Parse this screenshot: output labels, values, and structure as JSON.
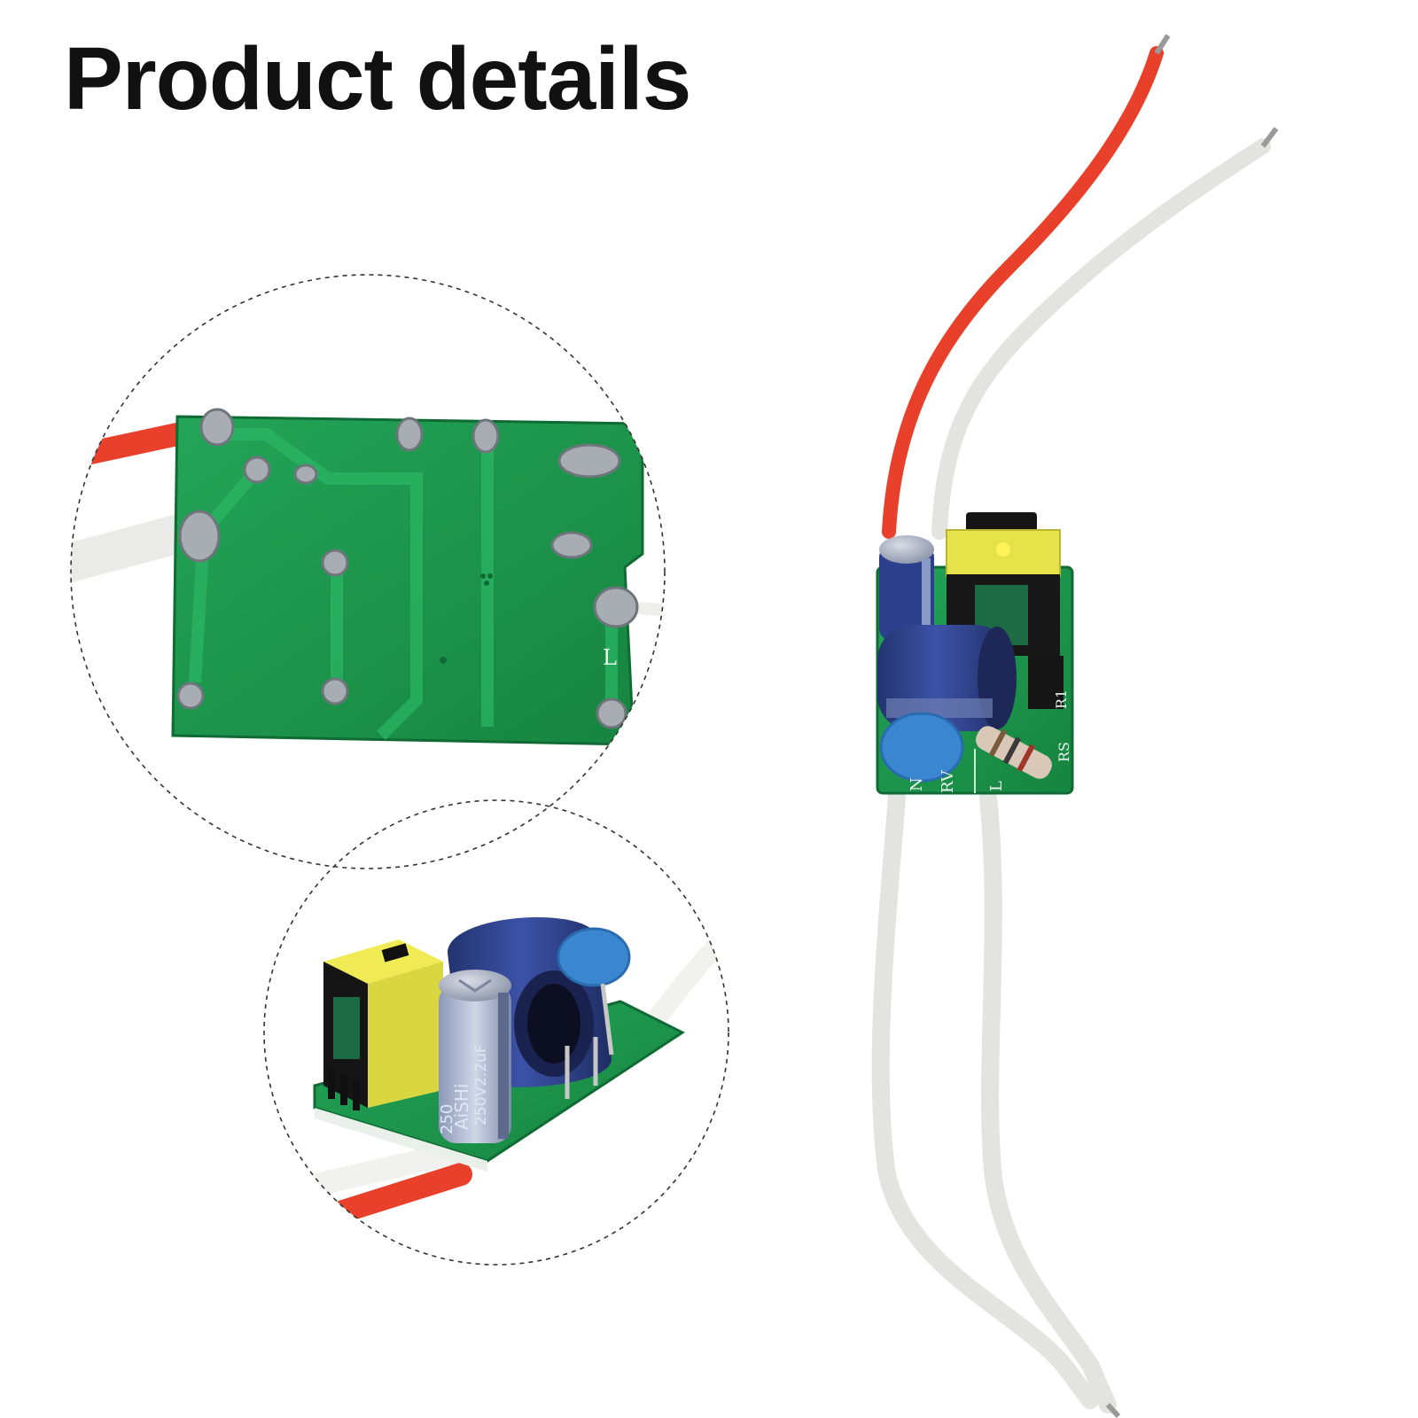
{
  "heading": "Product details",
  "colors": {
    "pcb_green": "#1f9d4e",
    "wire_red": "#e8402a",
    "wire_white": "#f2f2f0",
    "capacitor_blue": "#2c3f8c",
    "transformer_yellow": "#e6e24a",
    "varistor_blue": "#3a86d0"
  },
  "markings": {
    "label_n": "N",
    "label_rv": "RV",
    "label_l": "L",
    "label_r1": "R1",
    "label_rs": "RS",
    "cap_brand": "AiSHi",
    "cap_rating": "250V2.2uF",
    "cap_rating_partial": "250"
  },
  "panels": [
    {
      "name": "pcb-solder-side-closeup",
      "border": "dashed"
    },
    {
      "name": "component-side-closeup",
      "border": "dashed"
    },
    {
      "name": "full-driver-with-wires",
      "border": "none"
    }
  ]
}
